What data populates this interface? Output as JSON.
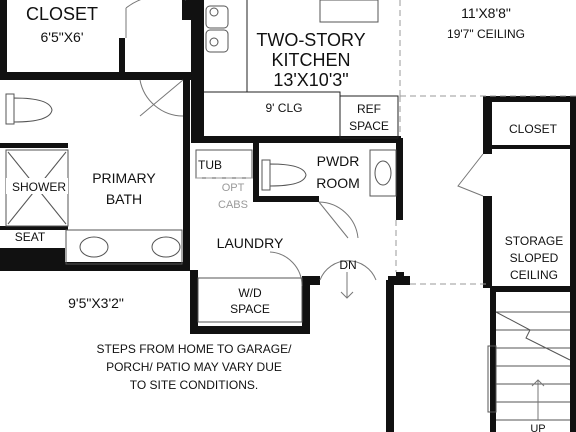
{
  "rooms": {
    "closet_top": {
      "name": "CLOSET",
      "dims": "6'5\"X6'"
    },
    "kitchen": {
      "name_line1": "TWO-STORY",
      "name_line2": "KITCHEN",
      "dims": "13'X10'3\"",
      "clg": "9' CLG"
    },
    "great_room": {
      "dims": "11'X8'8\"",
      "ceiling": "19'7\" CEILING"
    },
    "ref_space": {
      "line1": "REF",
      "line2": "SPACE"
    },
    "closet_right": {
      "name": "CLOSET"
    },
    "primary_bath": {
      "line1": "PRIMARY",
      "line2": "BATH"
    },
    "shower": {
      "name": "SHOWER"
    },
    "seat": {
      "name": "SEAT"
    },
    "tub": {
      "name": "TUB"
    },
    "opt_cabs": {
      "line1": "OPT",
      "line2": "CABS"
    },
    "powder_room": {
      "line1": "PWDR",
      "line2": "ROOM"
    },
    "laundry": {
      "name": "LAUNDRY"
    },
    "dn": {
      "label": "DN"
    },
    "storage": {
      "line1": "STORAGE",
      "line2": "SLOPED",
      "line3": "CEILING"
    },
    "wd_space": {
      "line1": "W/D",
      "line2": "SPACE"
    },
    "lower_area": {
      "dims": "9'5\"X3'2\""
    },
    "stairs_up": {
      "label": "UP"
    }
  },
  "note": {
    "line1": "STEPS FROM HOME TO GARAGE/",
    "line2": "PORCH/ PATIO MAY VARY DUE",
    "line3": "TO SITE CONDITIONS."
  }
}
